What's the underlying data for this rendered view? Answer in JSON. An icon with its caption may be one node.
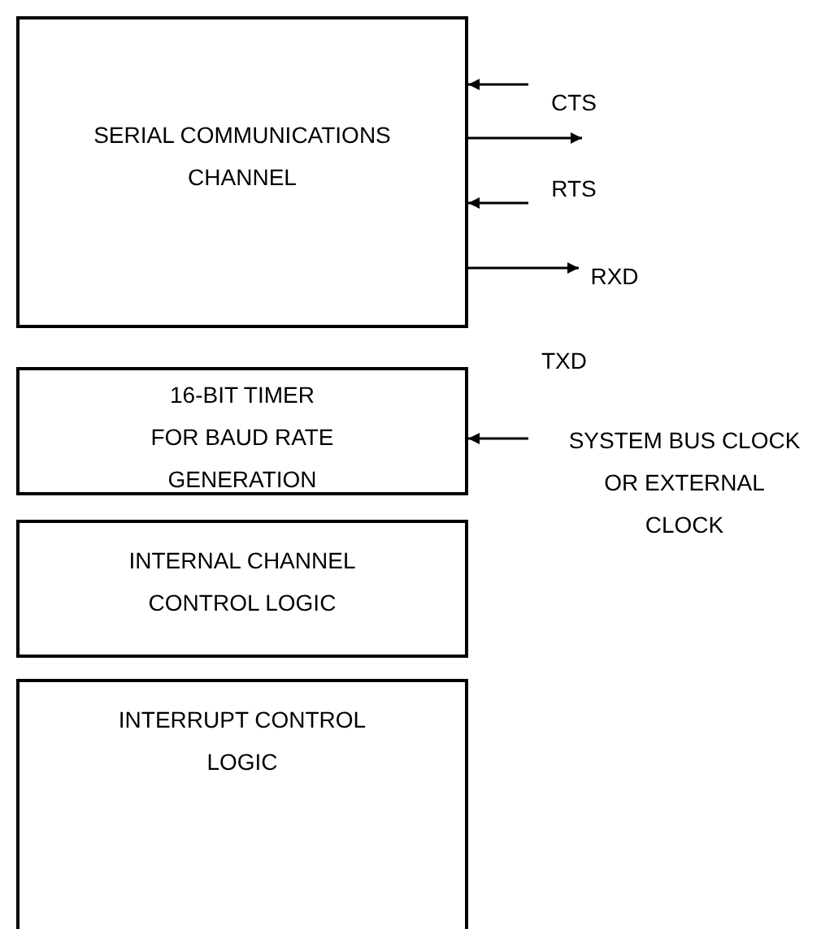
{
  "diagram": {
    "nodes": [
      {
        "text": [
          "SERIAL COMMUNICATIONS CHANNEL"
        ]
      },
      {
        "text": [
          "CTS"
        ]
      },
      {
        "text": [
          "RTS"
        ]
      },
      {
        "text": [
          "RXD"
        ]
      },
      {
        "text": [
          "16-BIT TIMER FOR BAUD RATE GENERATION"
        ]
      },
      {
        "text": [
          "SYSTEM BUS CLOCK OR EXTERNAL CLOCK"
        ]
      },
      {
        "text": [
          "INTERNAL CHANNEL CONTROL LOGIC"
        ]
      },
      {
        "text": [
          "INTERRUPT CONTROL LOGIC"
        ]
      }
    ],
    "edges": [
      {
        "from": 1,
        "to": 0,
        "arrow": "to"
      },
      {
        "from": 0,
        "to": 2,
        "arrow": "to"
      },
      {
        "from": 2,
        "to": 0,
        "arrow": "to"
      },
      {
        "from": 0,
        "to": 3,
        "arrow": "to"
      },
      {
        "from": 5,
        "to": 4,
        "arrow": "to"
      }
    ],
    "labels": [
      "TXD"
    ]
  }
}
